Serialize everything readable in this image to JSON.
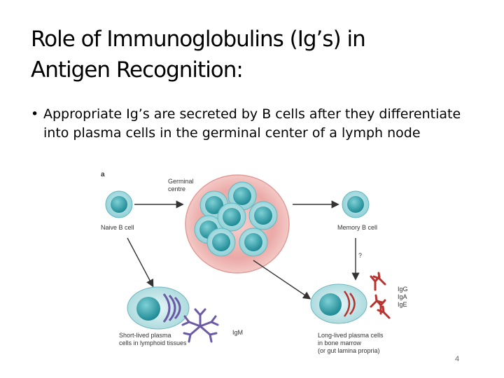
{
  "slide": {
    "title_line1": "Role of Immunoglobulins (Ig’s) in",
    "title_line2": "Antigen Recognition:",
    "bullet_marker": "•",
    "bullet_line1": "Appropriate Ig’s are secreted by B cells after they differentiate",
    "bullet_line2": "into plasma cells in the germinal center of a lymph node",
    "page_number": "4"
  },
  "figure": {
    "panel_label": "a",
    "germinal_centre_line1": "Germinal",
    "germinal_centre_line2": "centre",
    "naive_b_cell": "Naive B cell",
    "memory_b_cell": "Memory B cell",
    "question_mark": "?",
    "short_lived_line1": "Short-lived plasma",
    "short_lived_line2": "cells in lymphoid tissues",
    "igm": "IgM",
    "long_lived_line1": "Long-lived plasma cells",
    "long_lived_line2": "in bone marrow",
    "long_lived_line3": "(or gut lamina propria)",
    "igg": "IgG",
    "iga": "IgA",
    "ige": "IgE",
    "colors": {
      "cell_teal": "#3fa9b4",
      "germinal_red": "#e8a3a1",
      "plasma_purple": "#6b5aa6",
      "antibody_red": "#b8332f"
    }
  }
}
